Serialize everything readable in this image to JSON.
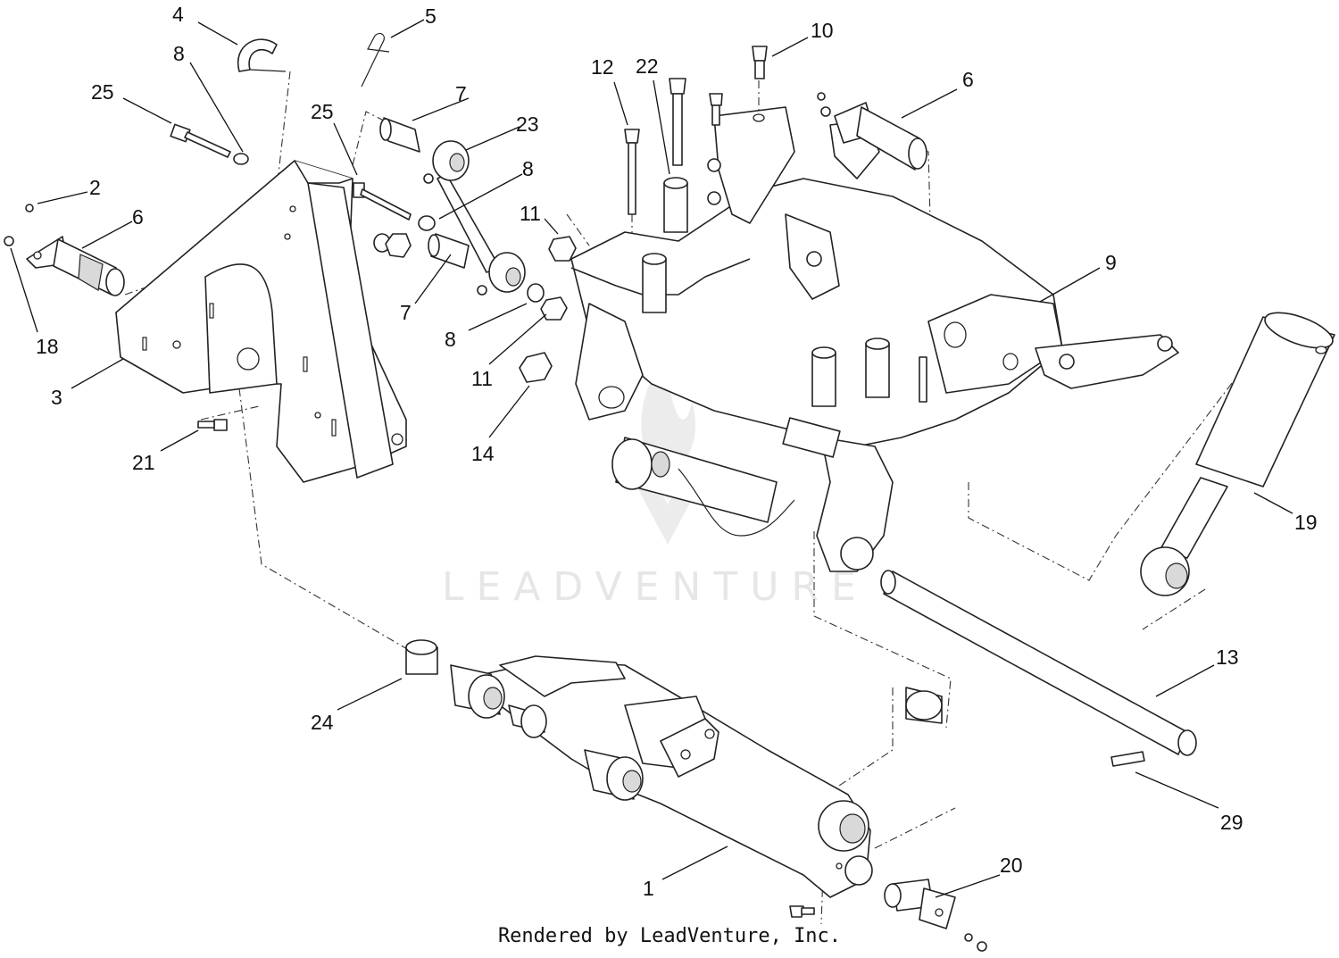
{
  "watermark": "LEADVENTURE",
  "footer": "Rendered by LeadVenture, Inc.",
  "callouts": [
    "4",
    "5",
    "8",
    "25",
    "7",
    "23",
    "2",
    "6",
    "25",
    "8",
    "11",
    "18",
    "3",
    "7",
    "12",
    "22",
    "10",
    "6",
    "9",
    "8",
    "11",
    "14",
    "21",
    "19",
    "24",
    "13",
    "29",
    "1",
    "20"
  ]
}
